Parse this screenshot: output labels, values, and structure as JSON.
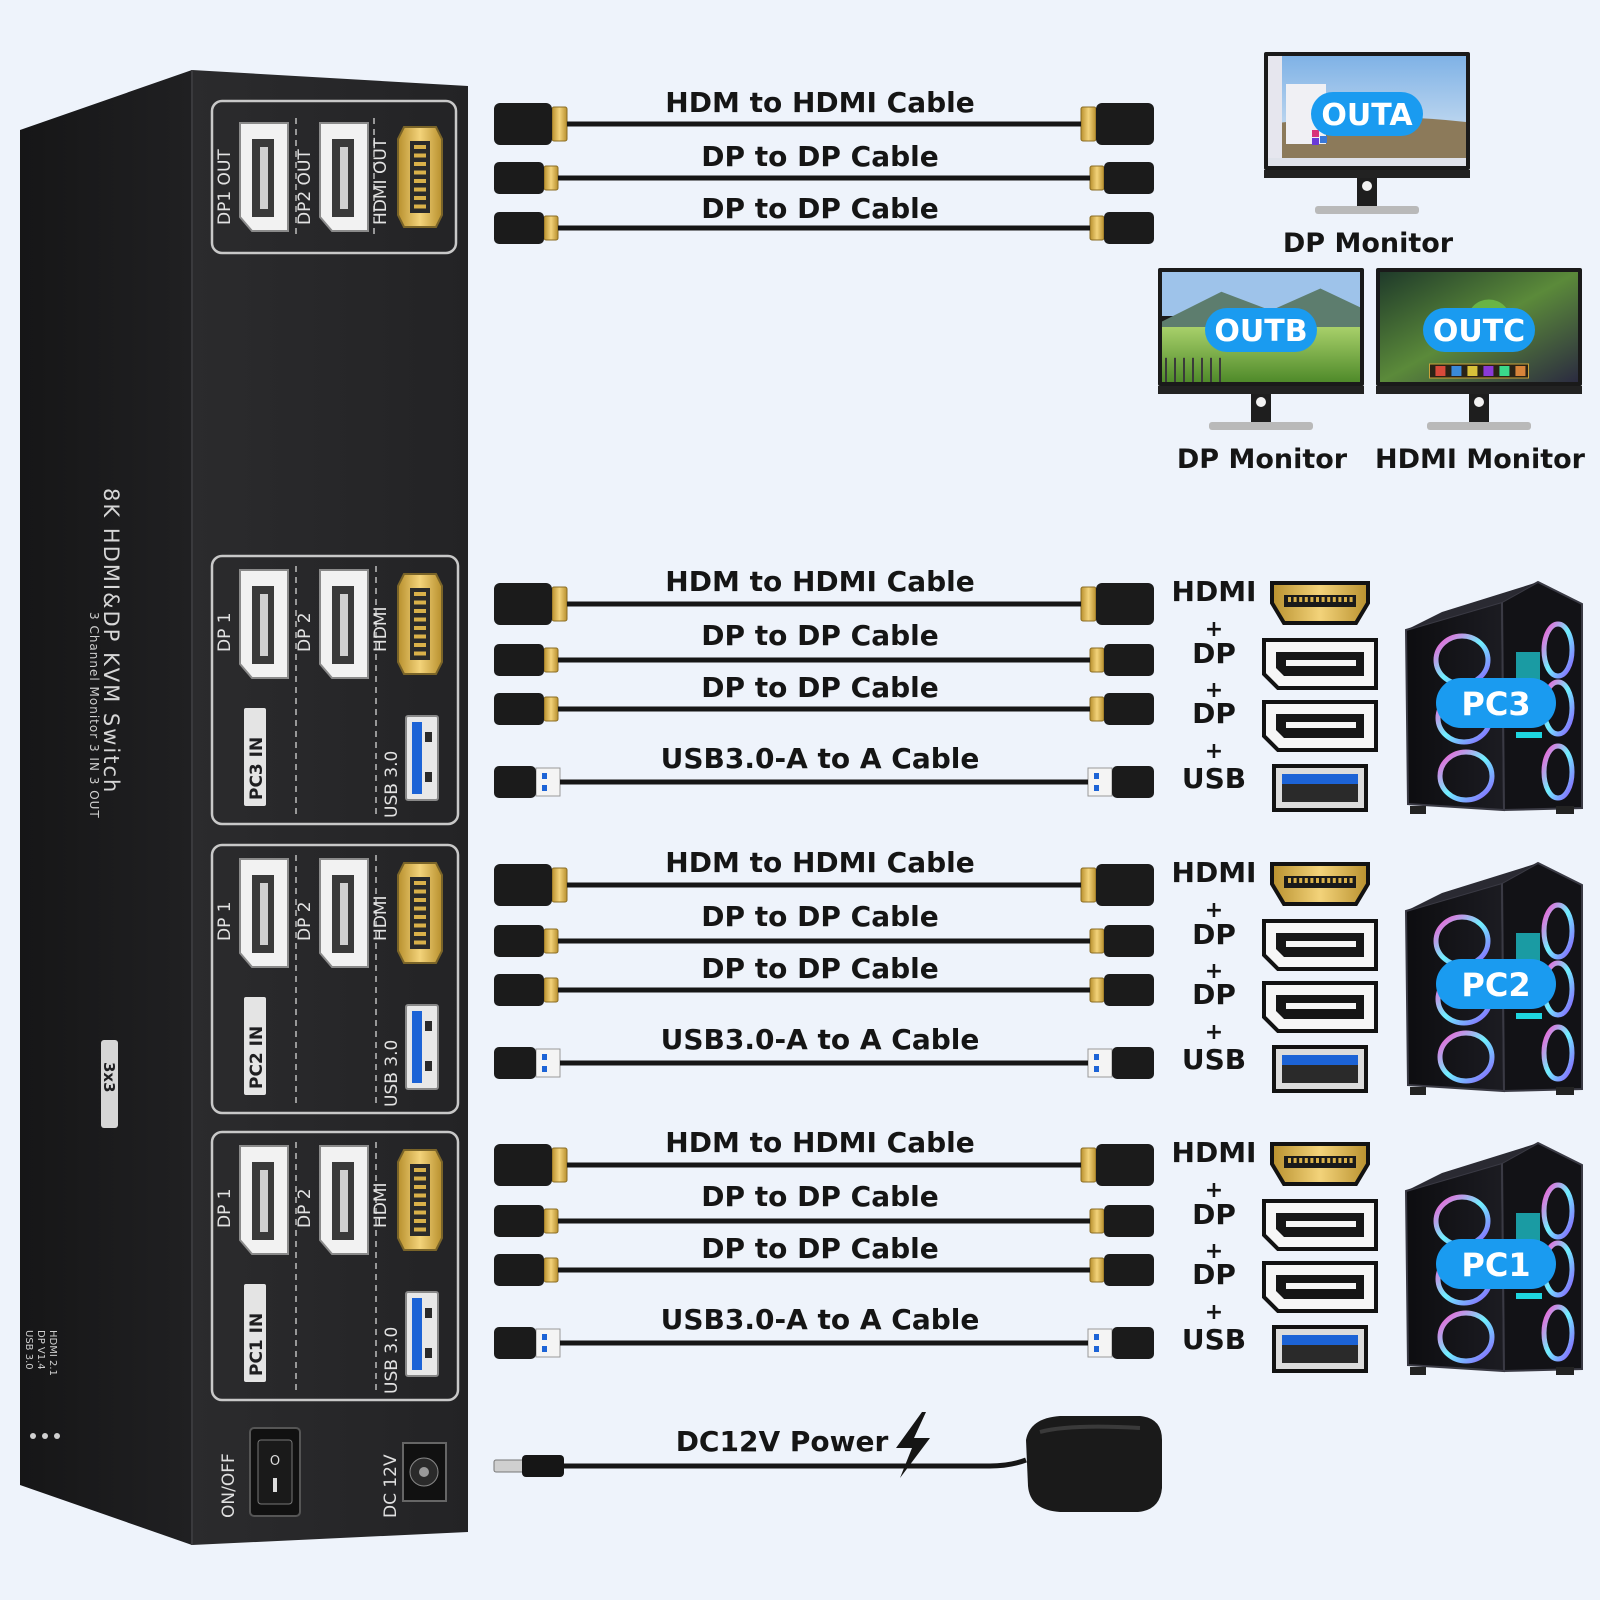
{
  "device": {
    "out_panel": {
      "ports": [
        {
          "label": "DP1 OUT",
          "kind": "dp"
        },
        {
          "label": "DP2 OUT",
          "kind": "dp"
        },
        {
          "label": "HDMI OUT",
          "kind": "hdmi"
        }
      ]
    },
    "input_panels": [
      {
        "pc_label": "PC3 IN",
        "ports": [
          "DP 1",
          "DP 2",
          "HDMI"
        ],
        "usb_label": "USB 3.0"
      },
      {
        "pc_label": "PC2 IN",
        "ports": [
          "DP 1",
          "DP 2",
          "HDMI"
        ],
        "usb_label": "USB 3.0"
      },
      {
        "pc_label": "PC1 IN",
        "ports": [
          "DP 1",
          "DP 2",
          "HDMI"
        ],
        "usb_label": "USB 3.0"
      }
    ],
    "side_title": "8K HDMI&DP KVM Switch",
    "side_badge": "3x3",
    "side_subtitle": "3 Channel Monitor 3 IN 3 OUT",
    "spec_lines": [
      "HDMI 2.1",
      "DP V1.4",
      "USB 3.0"
    ],
    "power_switch_label": "ON/OFF",
    "dc_label": "DC 12V"
  },
  "output_cables": [
    "HDM to HDMI Cable",
    "DP to DP Cable",
    "DP to DP Cable"
  ],
  "monitors": [
    {
      "badge": "OUTA",
      "label": "DP Monitor",
      "screen": "desktop"
    },
    {
      "badge": "OUTB",
      "label": "DP Monitor",
      "screen": "landscape"
    },
    {
      "badge": "OUTC",
      "label": "HDMI Monitor",
      "screen": "game"
    }
  ],
  "pc_groups": [
    {
      "pc": "PC3",
      "cables": [
        "HDM to HDMI Cable",
        "DP to DP Cable",
        "DP to DP Cable",
        "USB3.0-A to A Cable"
      ],
      "port_labels": [
        "HDMI",
        "+",
        "DP",
        "+",
        "DP",
        "+",
        "USB"
      ]
    },
    {
      "pc": "PC2",
      "cables": [
        "HDM to HDMI Cable",
        "DP to DP Cable",
        "DP to DP Cable",
        "USB3.0-A to A Cable"
      ],
      "port_labels": [
        "HDMI",
        "+",
        "DP",
        "+",
        "DP",
        "+",
        "USB"
      ]
    },
    {
      "pc": "PC1",
      "cables": [
        "HDM to HDMI Cable",
        "DP to DP Cable",
        "DP to DP Cable",
        "USB3.0-A to A Cable"
      ],
      "port_labels": [
        "HDMI",
        "+",
        "DP",
        "+",
        "DP",
        "+",
        "USB"
      ]
    }
  ],
  "power": {
    "label": "DC12V Power",
    "icon": "lightning-bolt-icon"
  },
  "colors": {
    "background": "#eef3fb",
    "device_body": "#1e1e20",
    "device_face": "#2a2a2c",
    "badge_blue": "#1a9bf0",
    "cable": "#161616",
    "gold": "#d8b04a",
    "usb_blue": "#1c63d6"
  }
}
